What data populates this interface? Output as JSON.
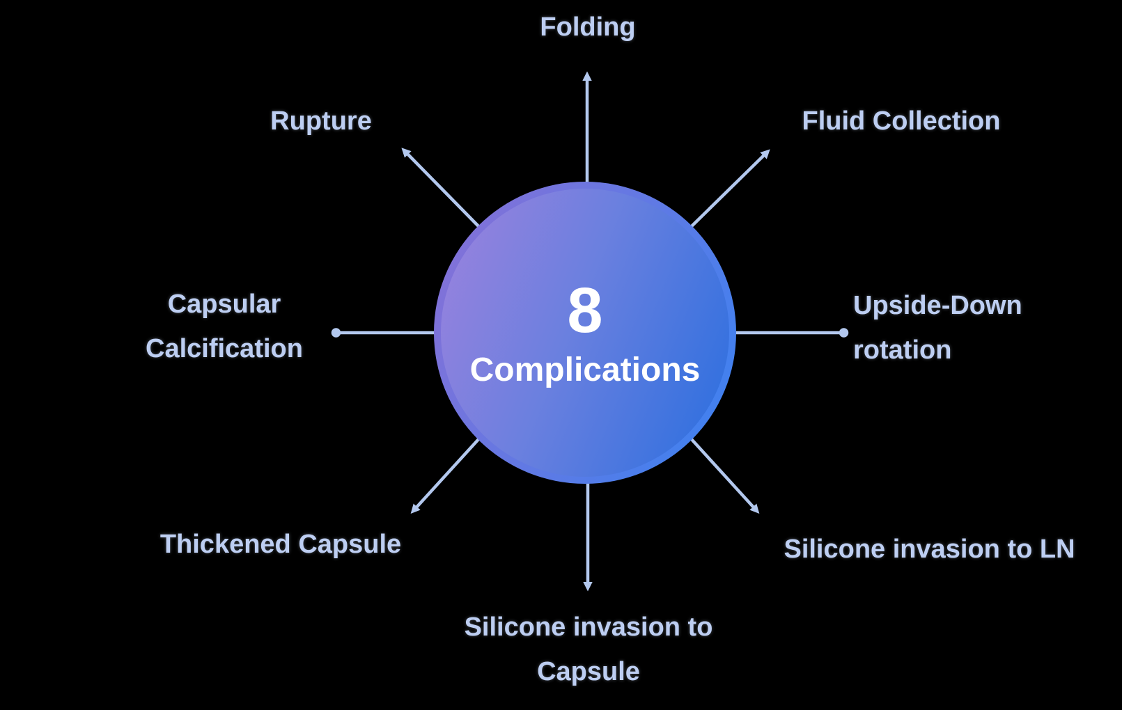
{
  "center": {
    "value": "8",
    "label": "Complications"
  },
  "spokes": [
    {
      "direction": "top",
      "label": "Folding"
    },
    {
      "direction": "top-right",
      "label": "Fluid Collection"
    },
    {
      "direction": "right",
      "label": "Upside-Down rotation"
    },
    {
      "direction": "bottom-right",
      "label": "Silicone invasion to LN"
    },
    {
      "direction": "bottom",
      "label": "Silicone invasion to Capsule"
    },
    {
      "direction": "bottom-left",
      "label": "Thickened Capsule"
    },
    {
      "direction": "left",
      "label": "Capsular Calcification"
    },
    {
      "direction": "top-left",
      "label": "Rupture"
    }
  ],
  "colors": {
    "background": "#000000",
    "arrow": "#b3c8ee",
    "label_text": "#bdcef2",
    "circle_outer_gradient_from": "#8a6fd5",
    "circle_outer_gradient_to": "#4181ef",
    "circle_gradient_from": "#9d82de",
    "circle_gradient_mid": "#6b80df",
    "circle_gradient_to": "#2d6fdf",
    "center_text": "#ffffff"
  }
}
